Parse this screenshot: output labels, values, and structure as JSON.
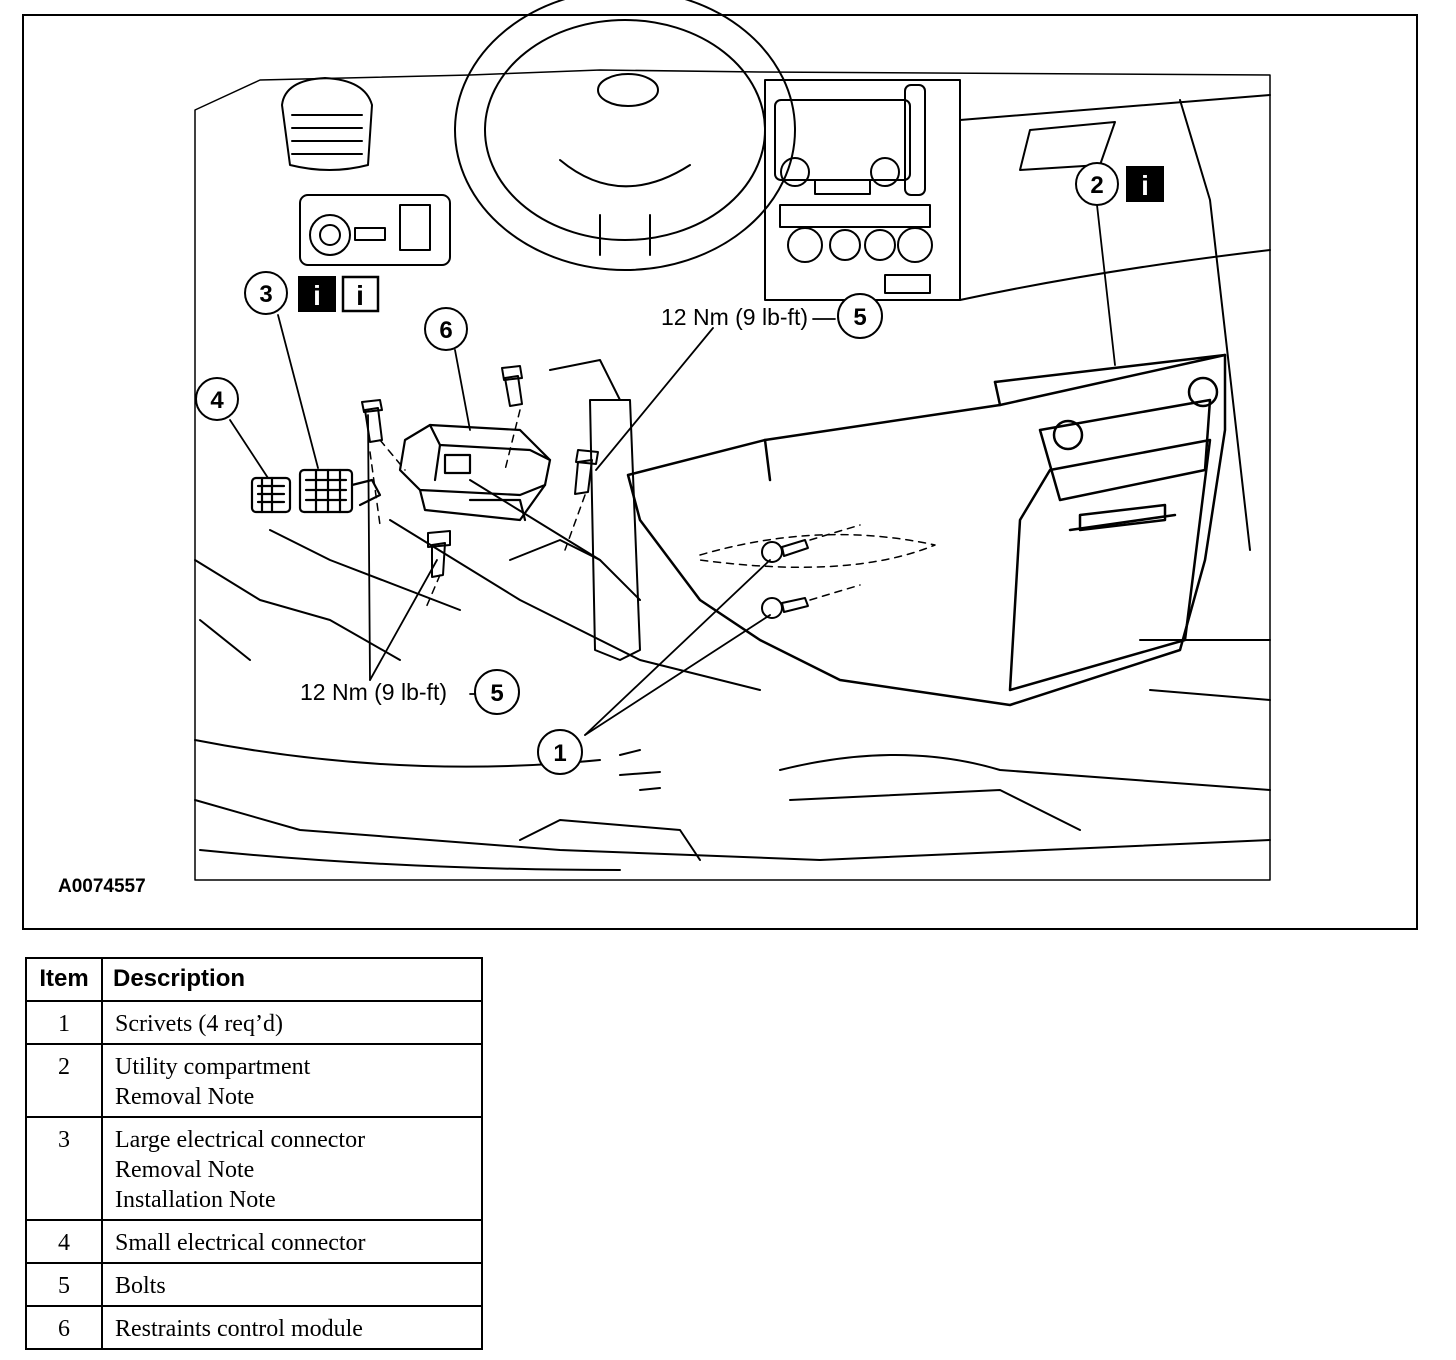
{
  "figure": {
    "id": "A0074557",
    "callouts": [
      {
        "key": "c1",
        "number": "1"
      },
      {
        "key": "c2",
        "number": "2",
        "info_icons": [
          "info-filled"
        ]
      },
      {
        "key": "c3",
        "number": "3",
        "info_icons": [
          "info-filled",
          "info-outline"
        ]
      },
      {
        "key": "c4",
        "number": "4"
      },
      {
        "key": "c5-upper",
        "number": "5",
        "torque": "12 Nm (9 lb-ft)"
      },
      {
        "key": "c5-lower",
        "number": "5",
        "torque": "12 Nm (9 lb-ft)"
      },
      {
        "key": "c6",
        "number": "6"
      }
    ],
    "info_icon_glyph": "i"
  },
  "legend": {
    "headers": {
      "item": "Item",
      "description": "Description"
    },
    "rows": [
      {
        "item": "1",
        "lines": [
          "Scrivets (4 req’d)"
        ]
      },
      {
        "item": "2",
        "lines": [
          "Utility compartment",
          "Removal Note"
        ]
      },
      {
        "item": "3",
        "lines": [
          "Large electrical connector",
          "Removal Note",
          "Installation Note"
        ]
      },
      {
        "item": "4",
        "lines": [
          "Small electrical connector"
        ]
      },
      {
        "item": "5",
        "lines": [
          "Bolts"
        ]
      },
      {
        "item": "6",
        "lines": [
          "Restraints control module"
        ]
      }
    ]
  }
}
